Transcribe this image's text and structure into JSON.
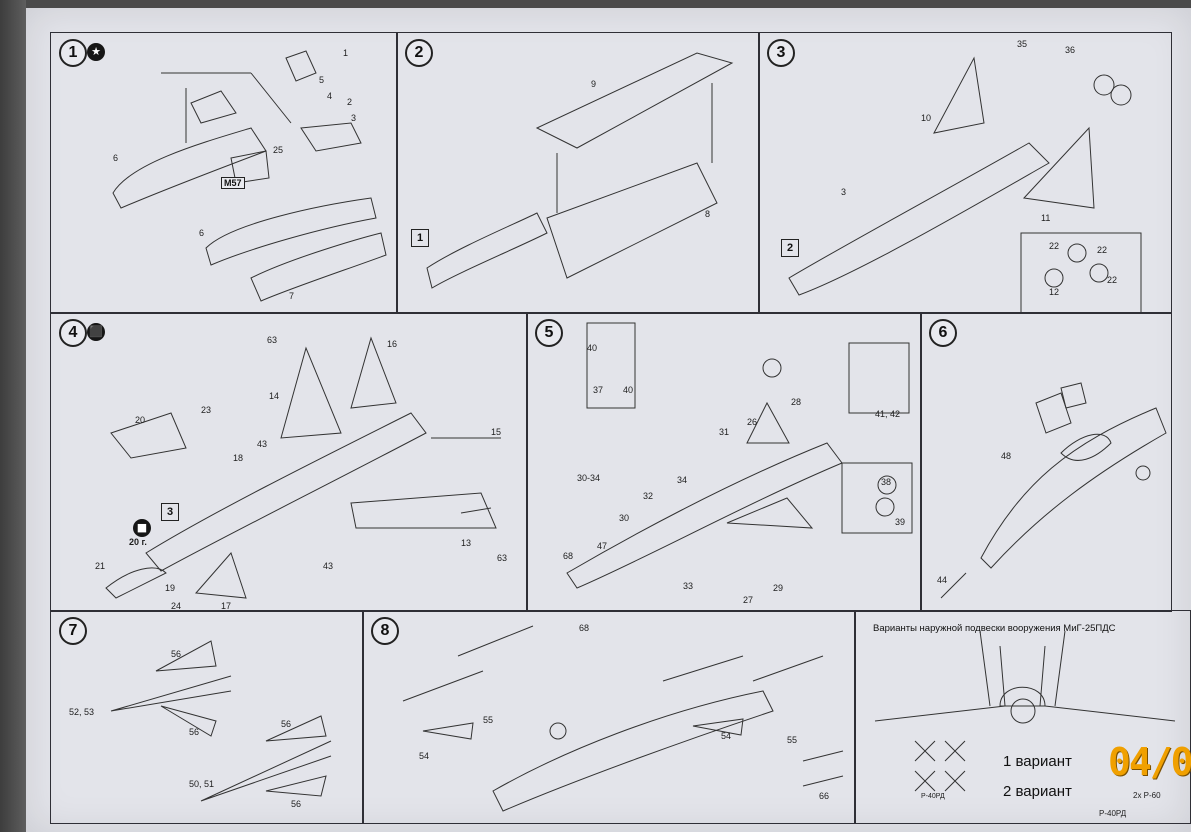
{
  "steps": [
    {
      "number": "1",
      "labels": [
        "6",
        "5",
        "1",
        "4",
        "2",
        "3",
        "25",
        "6",
        "7"
      ],
      "tag": "M57",
      "has_badge": true
    },
    {
      "number": "2",
      "labels": [
        "9",
        "8"
      ],
      "box": "1"
    },
    {
      "number": "3",
      "labels": [
        "35",
        "36",
        "10",
        "3",
        "11",
        "22",
        "22",
        "12",
        "22"
      ],
      "box": "2"
    },
    {
      "number": "4",
      "labels": [
        "63",
        "16",
        "14",
        "20",
        "23",
        "18",
        "43",
        "15",
        "13",
        "63",
        "43",
        "21",
        "19",
        "24",
        "17"
      ],
      "box": "3",
      "weight": "20 г.",
      "has_badge": true
    },
    {
      "number": "5",
      "labels": [
        "40",
        "37",
        "40",
        "28",
        "41, 42",
        "31",
        "26",
        "30-34",
        "34",
        "32",
        "30",
        "38",
        "39",
        "47",
        "68",
        "33",
        "27",
        "29"
      ]
    },
    {
      "number": "6",
      "labels": [
        "48",
        "44"
      ]
    },
    {
      "number": "7",
      "labels": [
        "56",
        "52, 53",
        "56",
        "56",
        "50, 51",
        "56"
      ]
    },
    {
      "number": "8",
      "labels": [
        "68",
        "54",
        "55",
        "54",
        "55",
        "66"
      ]
    }
  ],
  "weapons_panel": {
    "caption": "Варианты наружной подвески вооружения МиГ-25ПДС",
    "variant_1": "1 вариант",
    "variant_2": "2 вариант",
    "missile_a": "P-40РД",
    "missile_b": "2x P-60",
    "missile_c": "P-40РД"
  },
  "date_stamp": "04/0",
  "colors": {
    "paper": "#e3e4ea",
    "ink": "#2f2f36",
    "stamp": "#f0a000"
  }
}
